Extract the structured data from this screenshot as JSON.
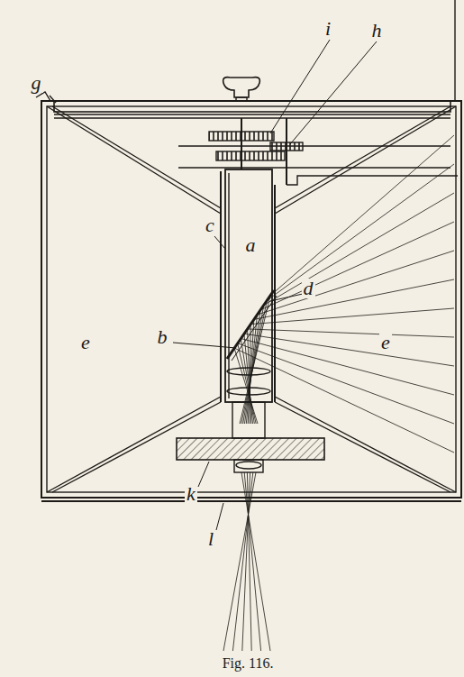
{
  "diagram": {
    "caption": "Fig. 116.",
    "labels": [
      "g",
      "i",
      "h",
      "a",
      "c",
      "d",
      "e",
      "b",
      "e",
      "k",
      "l"
    ]
  }
}
